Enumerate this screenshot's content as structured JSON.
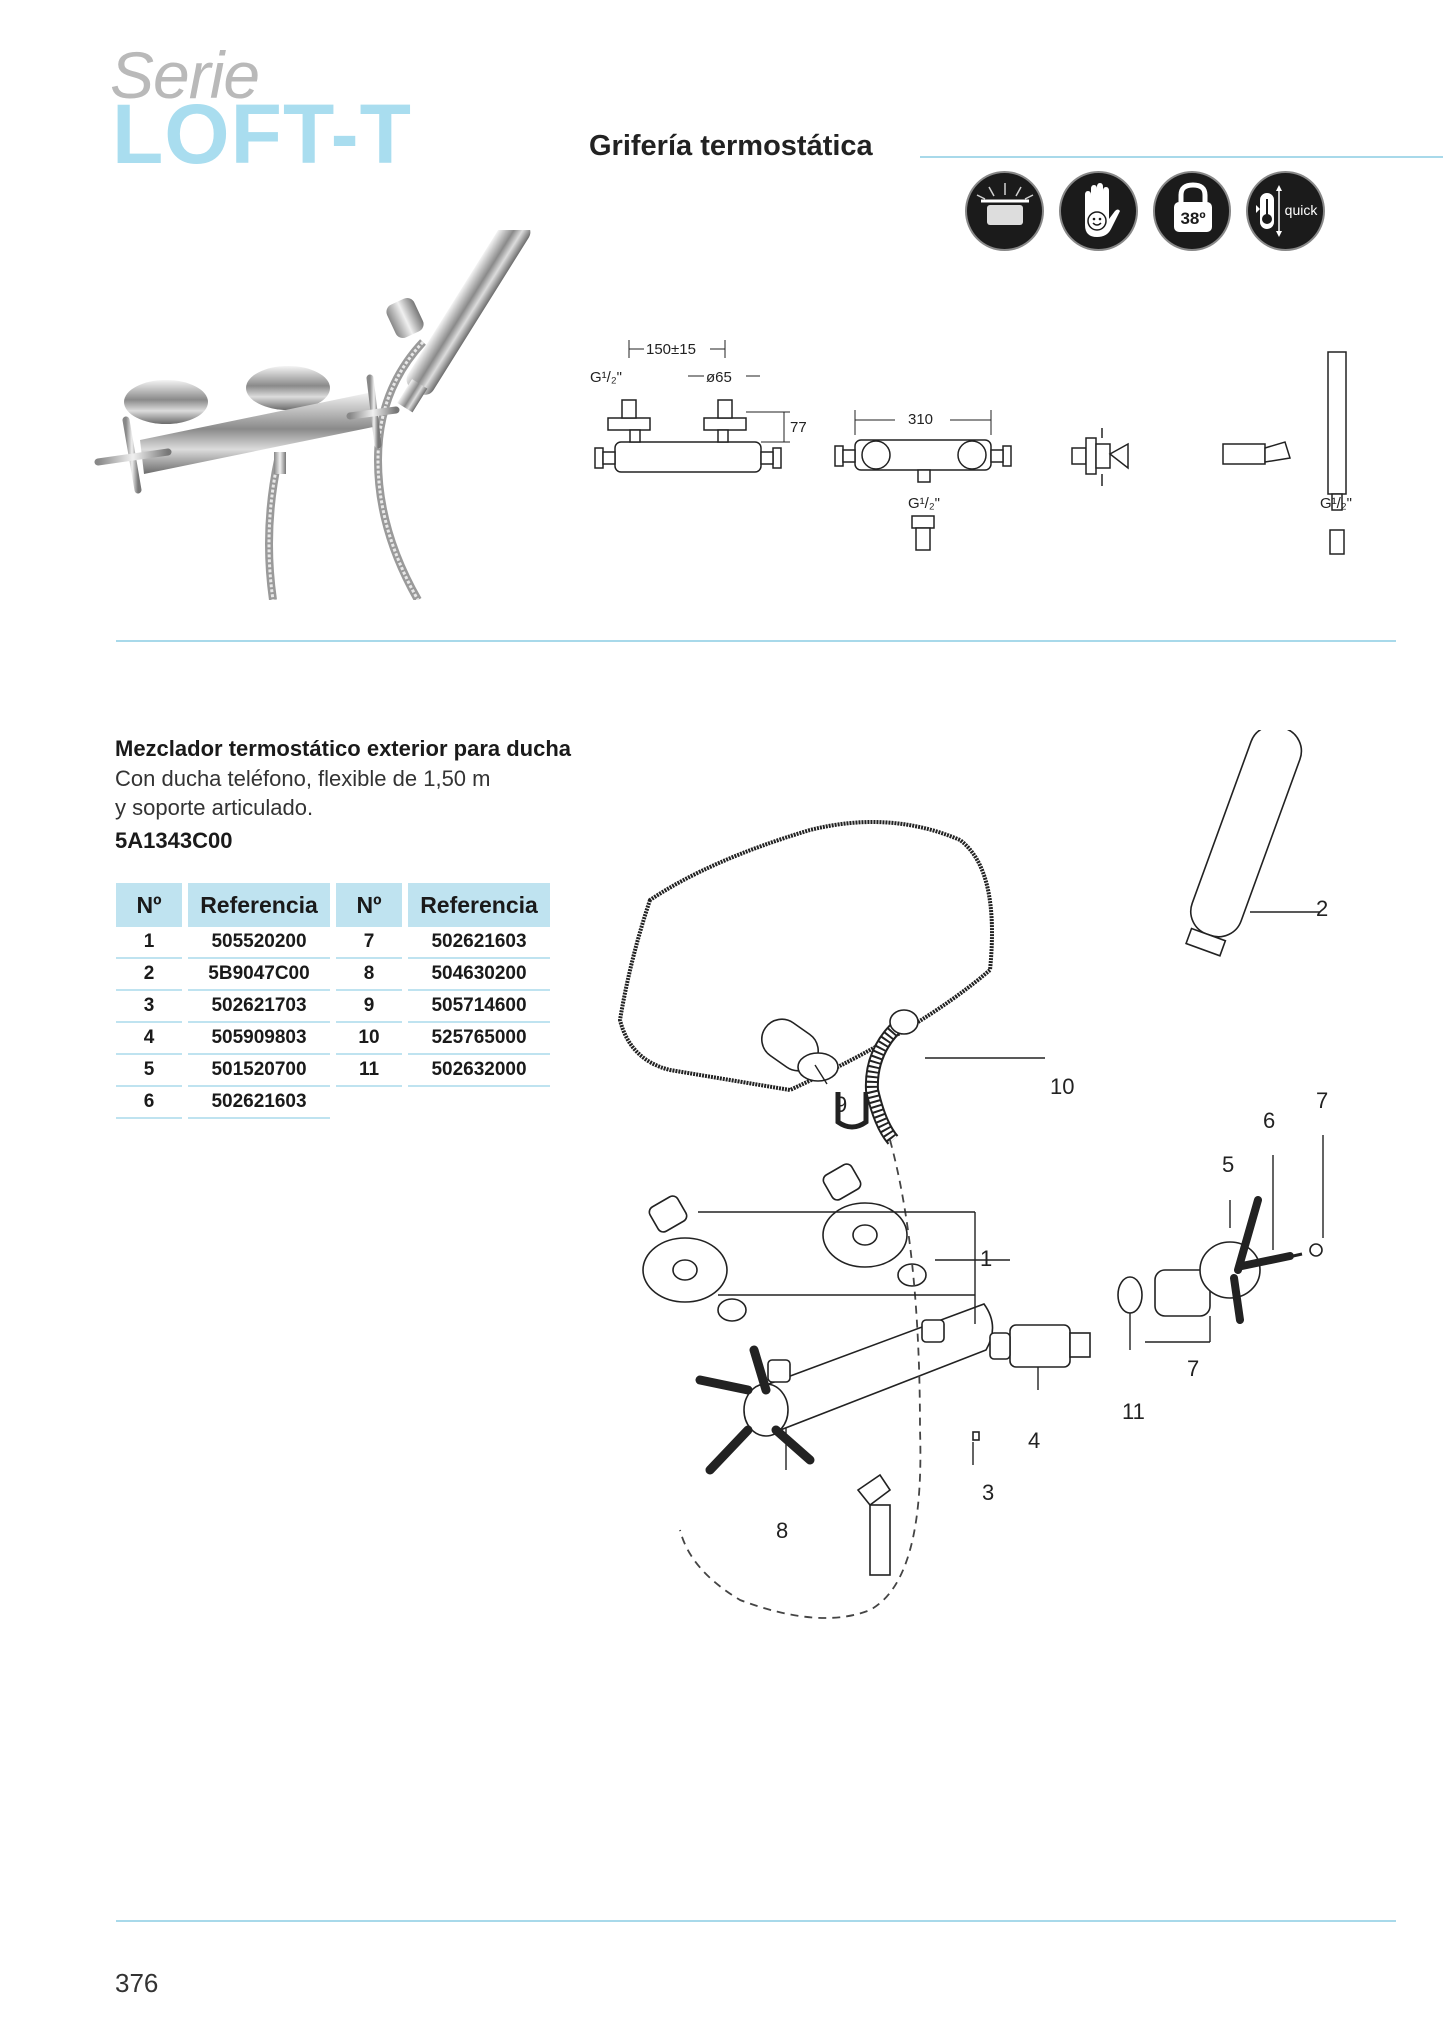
{
  "header": {
    "series_label": "Serie",
    "model_name": "LOFT-T",
    "category_title": "Grifería termostática"
  },
  "feature_icons": [
    {
      "name": "anti-scald-icon"
    },
    {
      "name": "safe-touch-icon"
    },
    {
      "name": "temperature-38-icon",
      "text": "38º"
    },
    {
      "name": "quick-thermostat-icon",
      "text": "quick"
    }
  ],
  "dimensions": {
    "spacing": "150±15",
    "thread_label": "G¹/₂\"",
    "diameter": "ø65",
    "height": "77",
    "length": "310",
    "thread_bottom": "G¹/₂\"",
    "thread_hand": "G¹/₂\""
  },
  "product": {
    "name": "Mezclador termostático exterior para ducha",
    "desc_line1": "Con ducha teléfono, flexible de 1,50 m",
    "desc_line2": "y soporte articulado.",
    "code": "5A1343C00"
  },
  "parts_table": {
    "headers": [
      "Nº",
      "Referencia",
      "Nº",
      "Referencia"
    ],
    "rows": [
      [
        "1",
        "505520200",
        "7",
        "502621603"
      ],
      [
        "2",
        "5B9047C00",
        "8",
        "504630200"
      ],
      [
        "3",
        "502621703",
        "9",
        "505714600"
      ],
      [
        "4",
        "505909803",
        "10",
        "525765000"
      ],
      [
        "5",
        "501520700",
        "11",
        "502632000"
      ],
      [
        "6",
        "502621603",
        "",
        ""
      ]
    ]
  },
  "exploded_labels": [
    "1",
    "2",
    "3",
    "4",
    "5",
    "6",
    "7",
    "7",
    "8",
    "9",
    "10",
    "11"
  ],
  "page_number": "376",
  "colors": {
    "accent_blue": "#a9ddef",
    "rule_blue": "#a8d9ea",
    "table_header": "#bfe3f0"
  }
}
